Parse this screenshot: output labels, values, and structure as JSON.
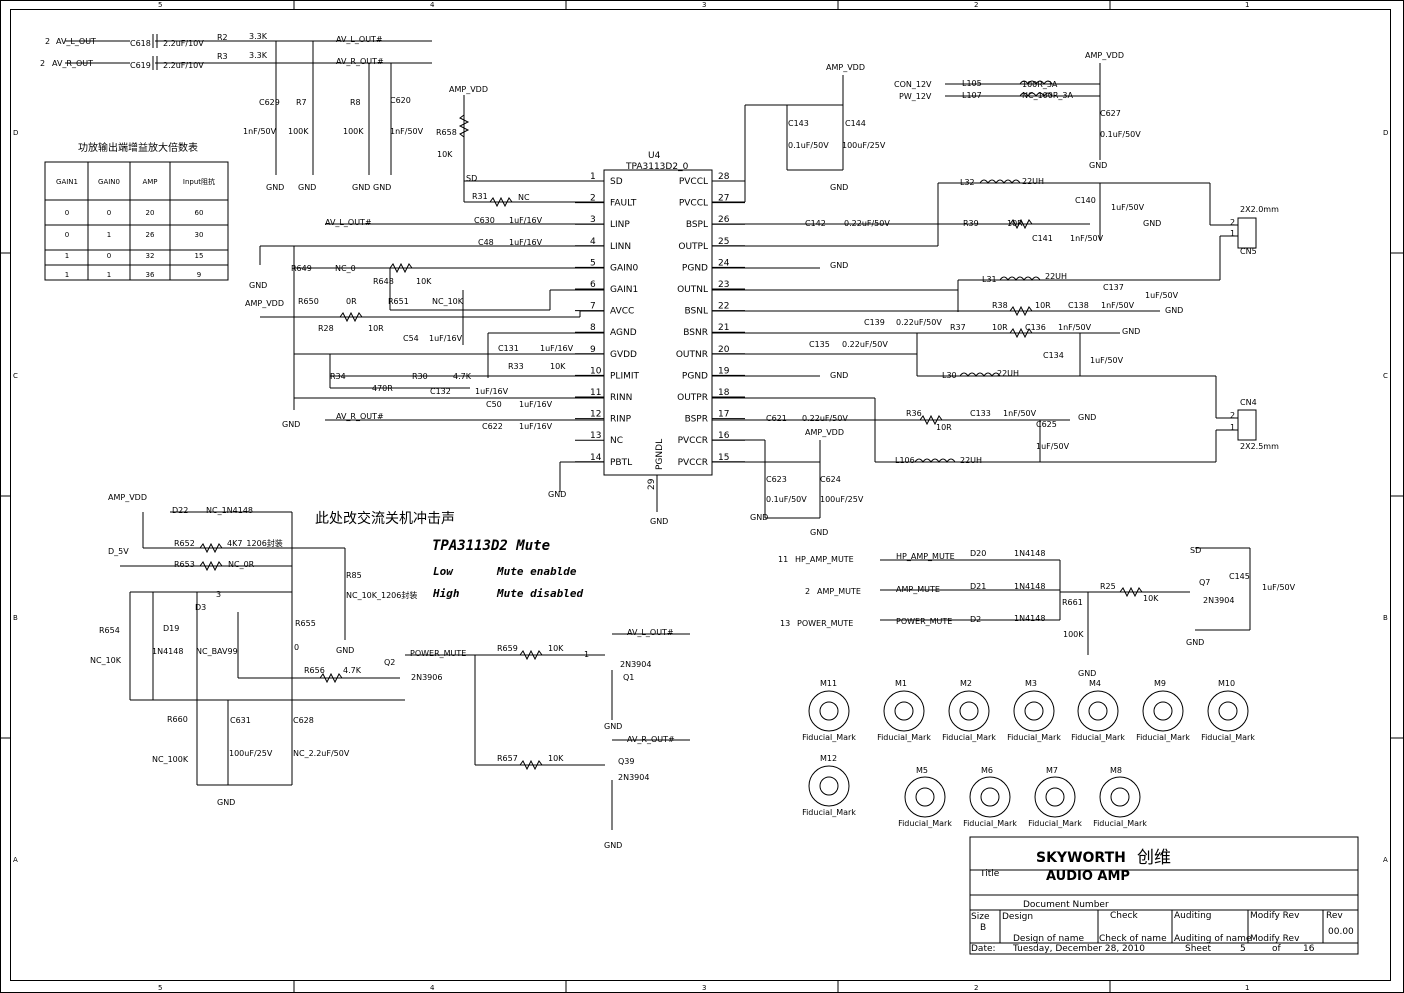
{
  "frame": {
    "top_cols": [
      "5",
      "4",
      "3",
      "2",
      "1"
    ],
    "side_rows": [
      "D",
      "C",
      "B",
      "A"
    ]
  },
  "ic": {
    "ref": "U4",
    "part": "TPA3113D2_0",
    "left_pins": [
      {
        "num": "1",
        "name": "SD"
      },
      {
        "num": "2",
        "name": "FAULT"
      },
      {
        "num": "3",
        "name": "LINP"
      },
      {
        "num": "4",
        "name": "LINN"
      },
      {
        "num": "5",
        "name": "GAIN0"
      },
      {
        "num": "6",
        "name": "GAIN1"
      },
      {
        "num": "7",
        "name": "AVCC"
      },
      {
        "num": "8",
        "name": "AGND"
      },
      {
        "num": "9",
        "name": "GVDD"
      },
      {
        "num": "10",
        "name": "PLIMIT"
      },
      {
        "num": "11",
        "name": "RINN"
      },
      {
        "num": "12",
        "name": "RINP"
      },
      {
        "num": "13",
        "name": "NC"
      },
      {
        "num": "14",
        "name": "PBTL"
      }
    ],
    "right_pins": [
      {
        "num": "28",
        "name": "PVCCL"
      },
      {
        "num": "27",
        "name": "PVCCL"
      },
      {
        "num": "26",
        "name": "BSPL"
      },
      {
        "num": "25",
        "name": "OUTPL"
      },
      {
        "num": "24",
        "name": "PGND"
      },
      {
        "num": "23",
        "name": "OUTNL"
      },
      {
        "num": "22",
        "name": "BSNL"
      },
      {
        "num": "21",
        "name": "BSNR"
      },
      {
        "num": "20",
        "name": "OUTNR"
      },
      {
        "num": "19",
        "name": "PGND"
      },
      {
        "num": "18",
        "name": "OUTPR"
      },
      {
        "num": "17",
        "name": "BSPR"
      },
      {
        "num": "16",
        "name": "PVCCR"
      },
      {
        "num": "15",
        "name": "PVCCR"
      }
    ],
    "bottom_pin": {
      "num": "29",
      "name": "PGNDL"
    }
  },
  "gain_table": {
    "title": "功放输出端增益放大倍数表",
    "headers": [
      "GAIN1",
      "GAIN0",
      "AMP",
      "Input阻抗"
    ],
    "rows": [
      [
        "0",
        "0",
        "20",
        "60"
      ],
      [
        "0",
        "1",
        "26",
        "30"
      ],
      [
        "1",
        "0",
        "32",
        "15"
      ],
      [
        "1",
        "1",
        "36",
        "9"
      ]
    ]
  },
  "notes": {
    "chinese_note": "此处改交流关机冲击声",
    "mute_title": "TPA3113D2  Mute",
    "low_label": "Low",
    "low_value": "Mute enablde",
    "high_label": "High",
    "high_value": "Mute disabled"
  },
  "labels": [
    "2",
    "AV_L_OUT",
    "C618",
    "2.2uF/10V",
    "R2",
    "3.3K",
    "AV_L_OUT#",
    "2",
    "AV_R_OUT",
    "C619",
    "2.2uF/10V",
    "R3",
    "3.3K",
    "AV_R_OUT#",
    "C629",
    "R7",
    "R8",
    "C620",
    "1nF/50V",
    "100K",
    "100K",
    "1nF/50V",
    "GND",
    "GND",
    "GND",
    "GND",
    "AMP_VDD",
    "R658",
    "10K",
    "SD",
    "R31",
    "NC",
    "AV_L_OUT#",
    "C630",
    "1uF/16V",
    "C48",
    "1uF/16V",
    "GND",
    "R649",
    "NC_0",
    "R648",
    "10K",
    "AMP_VDD",
    "R650",
    "0R",
    "R651",
    "NC_10K",
    "R28",
    "10R",
    "C54",
    "1uF/16V",
    "C131",
    "1uF/16V",
    "R33",
    "10K",
    "R34",
    "470R",
    "R30",
    "4.7K",
    "C132",
    "1uF/16V",
    "GND",
    "C50",
    "1uF/16V",
    "AV_R_OUT#",
    "C622",
    "1uF/16V",
    "GND",
    "AMP_VDD",
    "C143",
    "C144",
    "0.1uF/50V",
    "100uF/25V",
    "GND",
    "CON_12V",
    "PW_12V",
    "L105",
    "100R_3A",
    "L107",
    "NC_100R_3A",
    "AMP_VDD",
    "C627",
    "0.1uF/50V",
    "GND",
    "L32",
    "22UH",
    "C140",
    "1uF/50V",
    "C142",
    "0.22uF/50V",
    "R39",
    "10R",
    "C141",
    "1nF/50V",
    "GND",
    "2X2.0mm",
    "2",
    "1",
    "CN5",
    "GND",
    "L31",
    "22UH",
    "C137",
    "1uF/50V",
    "R38",
    "10R",
    "C138",
    "1nF/50V",
    "GND",
    "C139",
    "0.22uF/50V",
    "R37",
    "10R",
    "C136",
    "1nF/50V",
    "GND",
    "C135",
    "0.22uF/50V",
    "C134",
    "1uF/50V",
    "GND",
    "L30",
    "22UH",
    "C621",
    "0.22uF/50V",
    "R36",
    "10R",
    "C133",
    "1nF/50V",
    "GND",
    "C625",
    "1uF/50V",
    "CN4",
    "2",
    "1",
    "2X2.5mm",
    "AMP_VDD",
    "L106",
    "22UH",
    "C623",
    "C624",
    "0.1uF/50V",
    "100uF/25V",
    "GND",
    "GND",
    "GND",
    "AMP_VDD",
    "D22",
    "NC_1N4148",
    "R652",
    "4K7_1206封装",
    "D_5V",
    "R653",
    "NC_0R",
    "R85",
    "NC_10K_1206封装",
    "GND",
    "D3",
    "3",
    "R654",
    "NC_10K",
    "D19",
    "1N4148",
    "NC_BAV99",
    "R655",
    "0",
    "R656",
    "4.7K",
    "Q2",
    "2N3906",
    "R660",
    "C631",
    "C628",
    "NC_100K",
    "100uF/25V",
    "NC_2.2uF/50V",
    "GND",
    "POWER_MUTE",
    "R659",
    "10K",
    "1",
    "Q1",
    "2N3904",
    "AV_L_OUT#",
    "GND",
    "R657",
    "10K",
    "Q39",
    "2N3904",
    "AV_R_OUT#",
    "GND",
    "11",
    "HP_AMP_MUTE",
    "HP_AMP_MUTE",
    "D20",
    "1N4148",
    "2",
    "AMP_MUTE",
    "AMP_MUTE",
    "D21",
    "1N4148",
    "13",
    "POWER_MUTE",
    "POWER_MUTE",
    "D2",
    "1N4148",
    "R25",
    "10K",
    "R661",
    "100K",
    "GND",
    "SD",
    "Q7",
    "2N3904",
    "C145",
    "1uF/50V",
    "GND",
    "M11",
    "M1",
    "M2",
    "M3",
    "M4",
    "M9",
    "M10",
    "M12",
    "M5",
    "M6",
    "M7",
    "M8",
    "Fiducial_Mark"
  ],
  "title_block": {
    "company": "SKYWORTH",
    "company_cn": "创维",
    "title_label": "Title",
    "title": "AUDIO AMP",
    "doc_number_label": "Document Number",
    "size_label": "Size",
    "size": "B",
    "design_label": "Design",
    "check_label": "Check",
    "auditing_label": "Auditing",
    "modify_label": "Modify Rev",
    "rev_label": "Rev",
    "rev": "00.00",
    "design_name": "Design of name",
    "check_name": "Check  of  name",
    "auditing_name": "Auditing of name",
    "modify_name": "Modify Rev",
    "date_label": "Date:",
    "date": "Tuesday, December 28, 2010",
    "sheet_label": "Sheet",
    "sheet": "5",
    "of_label": "of",
    "total": "16"
  }
}
